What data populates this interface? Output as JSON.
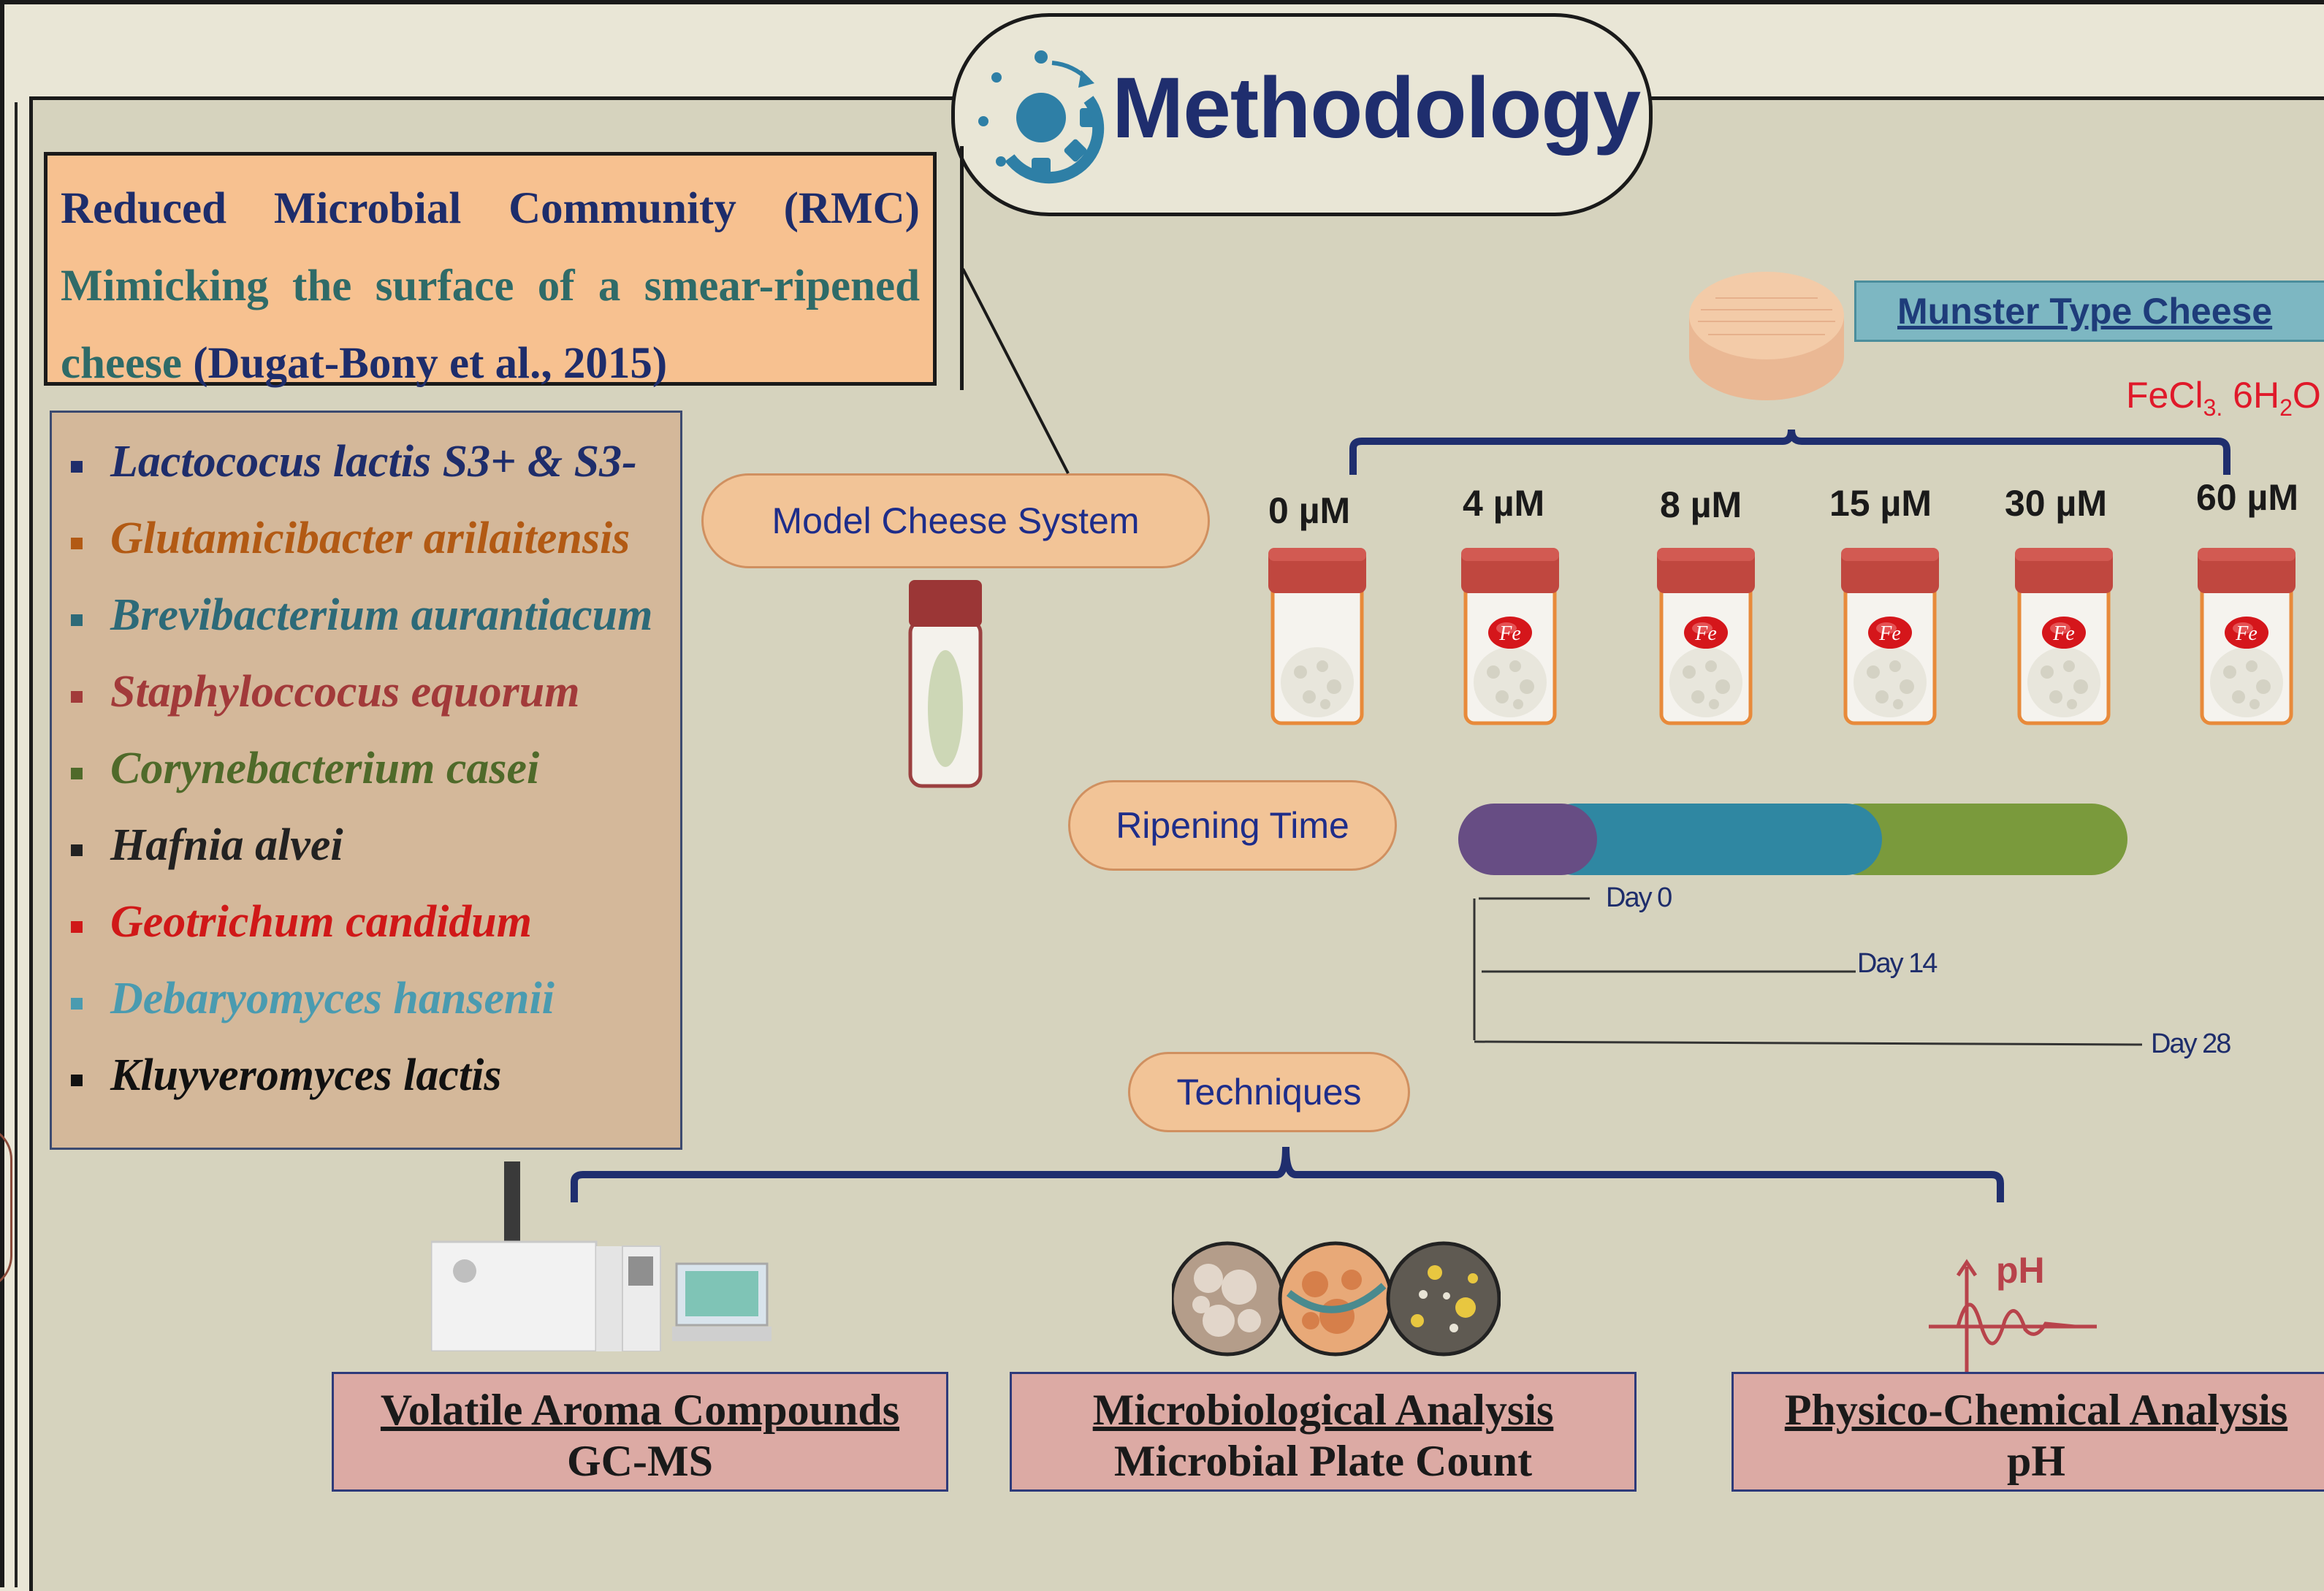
{
  "title": "Methodology",
  "rmc": {
    "line1": "Reduced Microbial Community (RMC)",
    "line2": "Mimicking the surface of a smear-ripened",
    "line3a": "cheese",
    "citation": "(Dugat-Bony et al., 2015)"
  },
  "species": [
    {
      "name": "Lactococus lactis S3+ & S3-",
      "color": "#1e2d6b"
    },
    {
      "name": "Glutamicibacter arilaitensis",
      "color": "#b25a14"
    },
    {
      "name": "Brevibacterium aurantiacum",
      "color": "#2d6a78"
    },
    {
      "name": "Staphyloccocus equorum",
      "color": "#a23a3a"
    },
    {
      "name": "Corynebacterium casei",
      "color": "#4f6a2a"
    },
    {
      "name": "Hafnia alvei",
      "color": "#222222"
    },
    {
      "name": "Geotrichum candidum",
      "color": "#d01818"
    },
    {
      "name": "Debaryomyces hansenii",
      "color": "#4a9bb0"
    },
    {
      "name": "Kluyveromyces lactis",
      "color": "#111111"
    }
  ],
  "model_cheese_system": "Model Cheese System",
  "munster": "Munster Type Cheese",
  "fecl": {
    "base": "FeCl",
    "sub1": "3.",
    "mid": " 6H",
    "sub2": "2",
    "end": "O"
  },
  "concentrations": [
    "0 µM",
    "4 µM",
    "8 µM",
    "15 µM",
    "30 µM",
    "60 µM"
  ],
  "fe_label": "Fe",
  "ripening_time": "Ripening Time",
  "days": [
    "Day 0",
    "Day 14",
    "Day 28"
  ],
  "techniques_label": "Techniques",
  "ph_icon_label": "pH",
  "techniques": [
    {
      "title": "Volatile Aroma Compounds",
      "sub": "GC-MS"
    },
    {
      "title": "Microbiological Analysis",
      "sub": "Microbial  Plate Count"
    },
    {
      "title": "Physico-Chemical Analysis",
      "sub": "pH"
    }
  ],
  "colors": {
    "navy": "#1f2e6e",
    "pill": "#f2c497",
    "rmc_box": "#f7c190",
    "species_box": "#d4b89a",
    "tech_box": "#dcaaa4",
    "jar_lid": "#c0473f"
  }
}
